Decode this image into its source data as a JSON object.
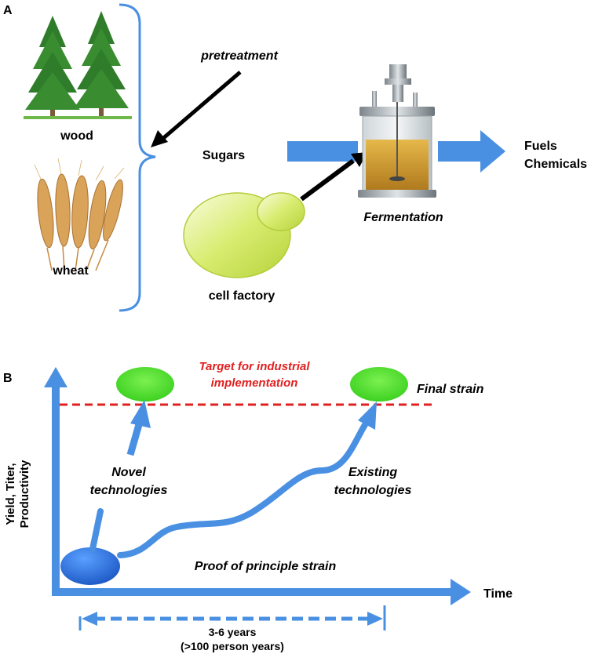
{
  "panel_a": {
    "panel_label": "A",
    "pretreatment": "pretreatment",
    "wood": "wood",
    "wheat": "wheat",
    "sugars": "Sugars",
    "cell_factory": "cell factory",
    "fermentation": "Fermentation",
    "fuels": "Fuels",
    "chemicals": "Chemicals"
  },
  "panel_b": {
    "panel_label": "B",
    "y_axis_line1": "Yield, Titer,",
    "y_axis_line2": "Productivity",
    "x_axis": "Time",
    "target_line1": "Target for industrial",
    "target_line2": "implementation",
    "final_strain": "Final strain",
    "novel_line1": "Novel",
    "novel_line2": "technologies",
    "existing_line1": "Existing",
    "existing_line2": "technologies",
    "proof": "Proof of principle strain",
    "duration_line1": "3-6 years",
    "duration_line2": "(>100 person years)"
  },
  "colors": {
    "arrow_blue": "#4a90e2",
    "target_red": "#e02020",
    "green_strain": "#44dd22",
    "blue_strain": "#1f6fd6"
  }
}
